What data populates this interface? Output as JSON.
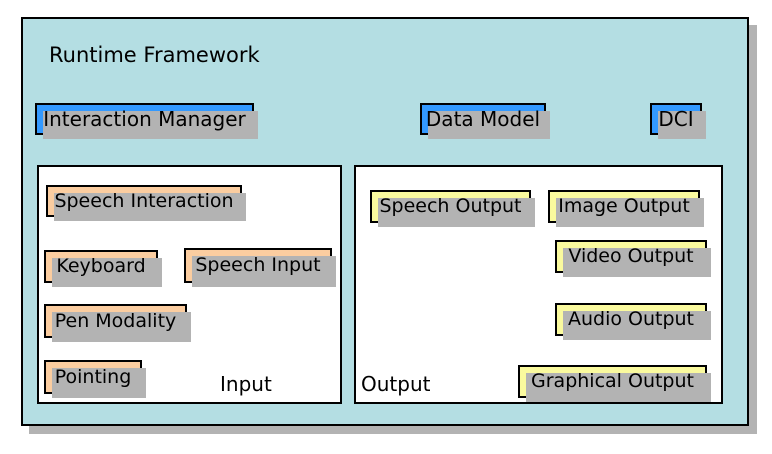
{
  "diagram": {
    "title": "Runtime Framework",
    "colors": {
      "framework_background": "#b4dee3",
      "panel_background": "#ffffff",
      "core_component": "#3399ff",
      "input_modality": "#fbcda0",
      "output_modality": "#fafa9e",
      "shadow": "#b3b3b3",
      "border": "#000000"
    },
    "core_components": [
      {
        "label": "Interaction Manager"
      },
      {
        "label": "Data Model"
      },
      {
        "label": "DCI"
      }
    ],
    "input_panel": {
      "label": "Input",
      "items": [
        {
          "label": "Speech Interaction"
        },
        {
          "label": "Keyboard"
        },
        {
          "label": "Speech Input"
        },
        {
          "label": "Pen Modality"
        },
        {
          "label": "Pointing"
        }
      ]
    },
    "output_panel": {
      "label": "Output",
      "items": [
        {
          "label": "Speech Output"
        },
        {
          "label": "Image Output"
        },
        {
          "label": "Video Output"
        },
        {
          "label": "Audio Output"
        },
        {
          "label": "Graphical Output"
        }
      ]
    }
  }
}
